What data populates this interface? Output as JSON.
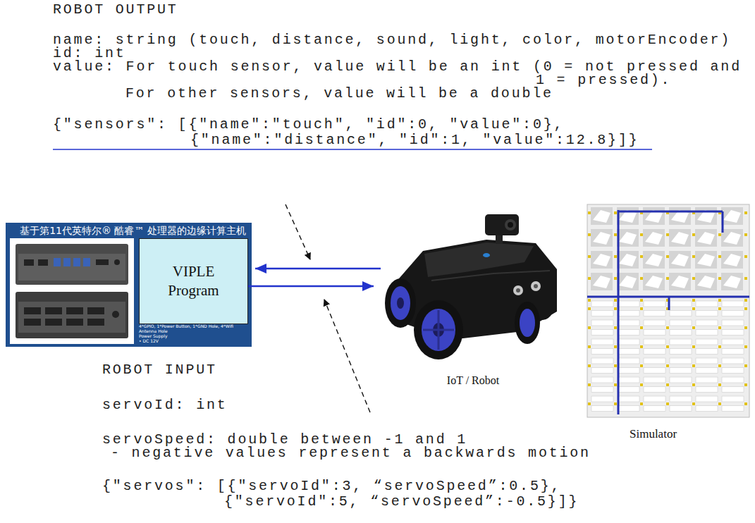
{
  "diagram": {
    "nodes": [
      {
        "text": [
          "基于第11代英特尔® 酷睿™ 处理器的边缘计算主机"
        ]
      },
      {
        "text": [
          "VIPLE Program"
        ],
        "in": 0
      },
      {
        "text": [
          "IoT / Robot"
        ]
      }
    ],
    "edges": [
      {
        "from": 2,
        "to": 1,
        "arrow": "to"
      },
      {
        "from": 1,
        "to": 2,
        "arrow": "to"
      }
    ],
    "labels": [
      "ROBOT OUTPUT",
      "name: string (touch, distance, sound, light, color, motorEncoder)",
      "id: int",
      "value: For touch sensor, value will be an int (0 = not pressed and",
      "1 = pressed).",
      "For other sensors, value will be a double",
      "{\"sensors\": [{\"name\":\"touch\", \"id\":0, \"value\":0},",
      "{\"name\":\"distance\", \"id\":1, \"value\":12.8}]}",
      "4*GPIO, 1*Power Button, 1*GND Hole, 4*Wifi Antenna Hole",
      "Power Supply",
      "• DC 12V",
      "ROBOT INPUT",
      "servoId: int",
      "servoSpeed: double between -1 and 1",
      "- negative values represent a backwards motion",
      "{\"servos\": [{\"servoId\":3, “servoSpeed”:0.5},",
      "{\"servoId\":5, “servoSpeed”:-0.5}]}",
      "Simulator"
    ]
  }
}
